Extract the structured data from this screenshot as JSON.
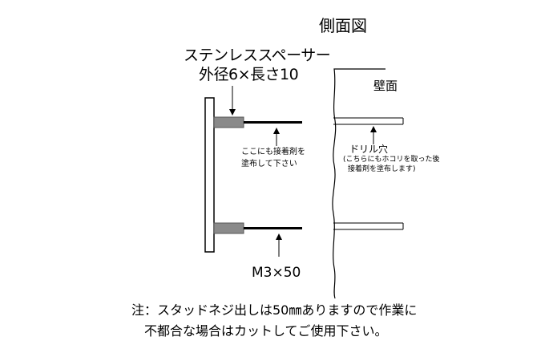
{
  "title": "側面図",
  "spacer": {
    "name": "ステンレススペーサー",
    "spec": "外径6×長さ10"
  },
  "wall_label": "壁面",
  "glue_note": {
    "line1": "ここにも接着剤を",
    "line2": "塗布して下さい"
  },
  "drill_hole": {
    "title": "ドリル穴",
    "note_line1": "(こちらにもホコリを取った後",
    "note_line2": "接着剤を塗布します)"
  },
  "bolt_spec": "M3×50",
  "footer_note": {
    "line1": "注：スタッドネジ出しは50㎜ありますので作業に",
    "line2": "不都合な場合はカットしてご使用下さい。"
  },
  "colors": {
    "line": "#000000",
    "spacer_fill": "#8a8a8a"
  }
}
